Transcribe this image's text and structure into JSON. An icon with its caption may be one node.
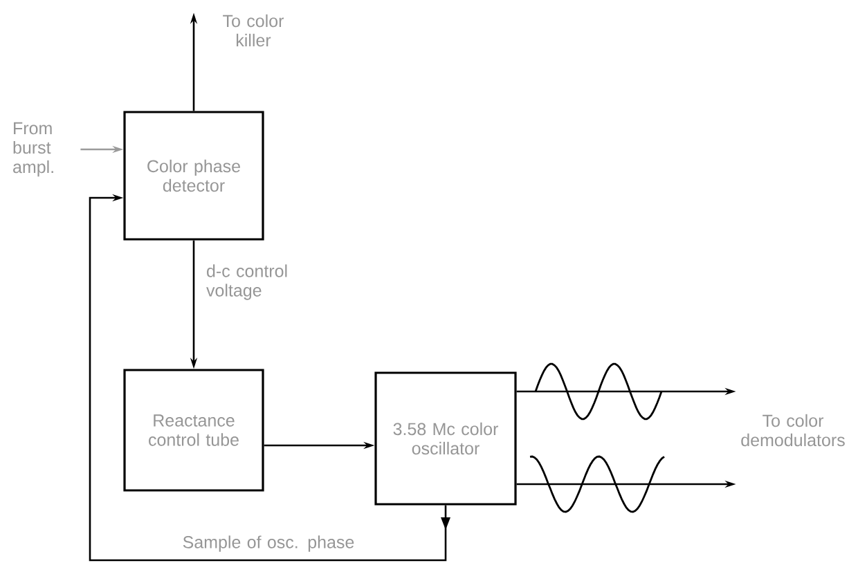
{
  "diagram": {
    "nodes": [
      {
        "text": [
          "Color phase detector"
        ]
      },
      {
        "text": [
          "Reactance control tube"
        ]
      },
      {
        "text": [
          "3.58 Mc color oscillator"
        ]
      },
      {
        "text": [
          "To color killer"
        ]
      },
      {
        "text": [
          "From burst ampl."
        ]
      },
      {
        "text": [
          "To color demodulators"
        ]
      }
    ],
    "edges": [
      {
        "from": 0,
        "to": 3,
        "arrow": "to"
      },
      {
        "from": 4,
        "to": 0,
        "arrow": "to",
        "color": "#9a9a9a"
      },
      {
        "from": 0,
        "to": 1,
        "arrow": "to",
        "label": "d-c control voltage"
      },
      {
        "from": 1,
        "to": 2,
        "arrow": "to"
      },
      {
        "from": 2,
        "to": 5,
        "arrow": "to"
      },
      {
        "from": 2,
        "to": 5,
        "arrow": "to"
      },
      {
        "from": 2,
        "to": 0,
        "arrow": "to",
        "label": "Sample of osc. phase"
      }
    ]
  }
}
